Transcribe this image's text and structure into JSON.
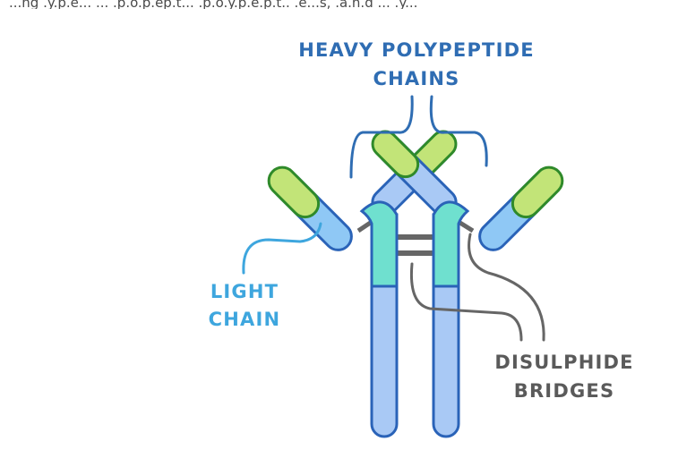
{
  "cropped_top_text": "...ng .y.p.e... ... .p.o.p.ep.t... .p.o.y.p.e.p.t.. .e...s, .a.n.d ... .y...",
  "labels": {
    "heavy_line1": "HEAVY POLYPEPTIDE",
    "heavy_line2": "CHAINS",
    "light_line1": "LIGHT",
    "light_line2": "CHAIN",
    "bridges_line1": "DISULPHIDE",
    "bridges_line2": "BRIDGES"
  },
  "colors": {
    "heavy_label": "#2f6db3",
    "light_label": "#3ea6de",
    "bridges_label": "#5a5a5a",
    "chain_blue": "#a9c9f5",
    "chain_teal": "#6fe0cf",
    "light_chain_blue": "#8fc8f5",
    "variable_green": "#c2e478",
    "green_outline": "#2f8a2a",
    "bridge_grey": "#666666"
  }
}
